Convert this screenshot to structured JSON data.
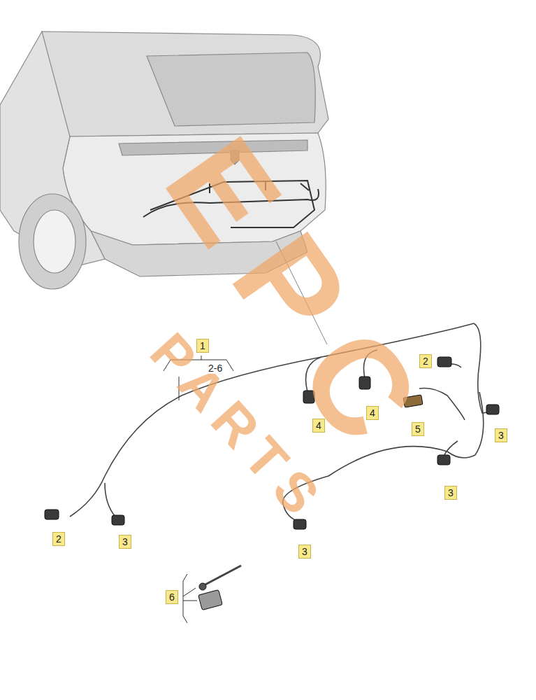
{
  "diagram": {
    "labels": [
      "EPC",
      "PARTS",
      "1",
      "2-6",
      "2",
      "4",
      "4",
      "5",
      "3",
      "3",
      "2",
      "3",
      "3",
      "6"
    ]
  }
}
